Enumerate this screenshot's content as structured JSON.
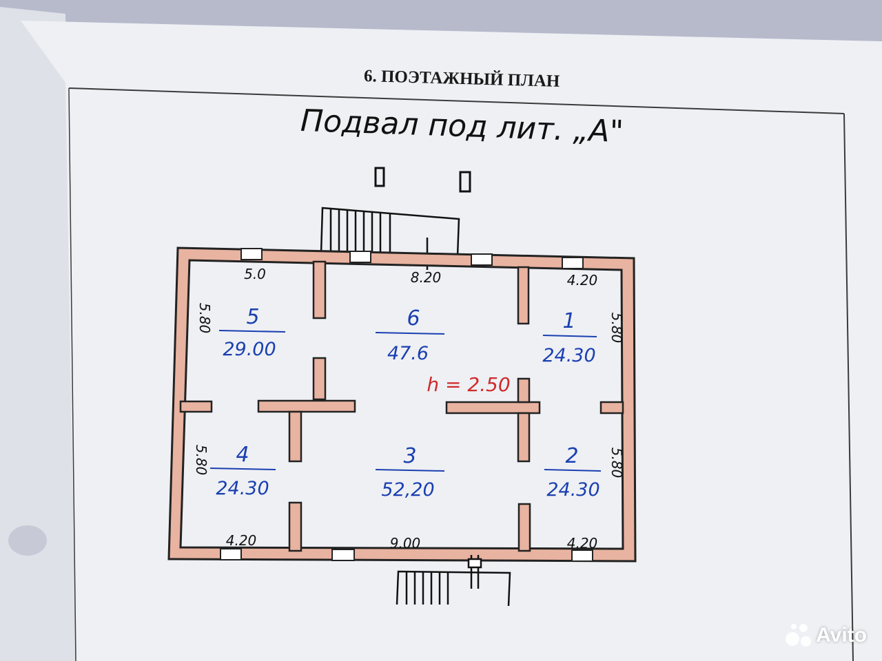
{
  "header": {
    "section_title": "6. ПОЭТАЖНЫЙ ПЛАН",
    "handwritten_title": "Подвал под лит. „А\""
  },
  "rooms": [
    {
      "number": "5",
      "area": "29.00"
    },
    {
      "number": "6",
      "area": "47.6"
    },
    {
      "number": "1",
      "area": "24.30"
    },
    {
      "number": "4",
      "area": "24.30"
    },
    {
      "number": "3",
      "area": "52,20"
    },
    {
      "number": "2",
      "area": "24.30"
    }
  ],
  "dimensions": {
    "top_left": "5.0",
    "top_middle": "8.20",
    "top_right": "4.20",
    "bottom_left": "4.20",
    "bottom_middle": "9.00",
    "bottom_right": "4.20",
    "left_upper": "5.80",
    "left_lower": "5.80",
    "right_upper": "5.80",
    "right_lower": "5.80"
  },
  "ceiling_height": "h = 2.50",
  "watermark": "Avito",
  "colors": {
    "wall_fill": "#e8b3a0",
    "wall_stroke": "#222222",
    "room_numbers": "#1a3fb0",
    "height_label": "#d02a2a",
    "paper": "#f3f3f6",
    "background": "#aeb3c6"
  }
}
